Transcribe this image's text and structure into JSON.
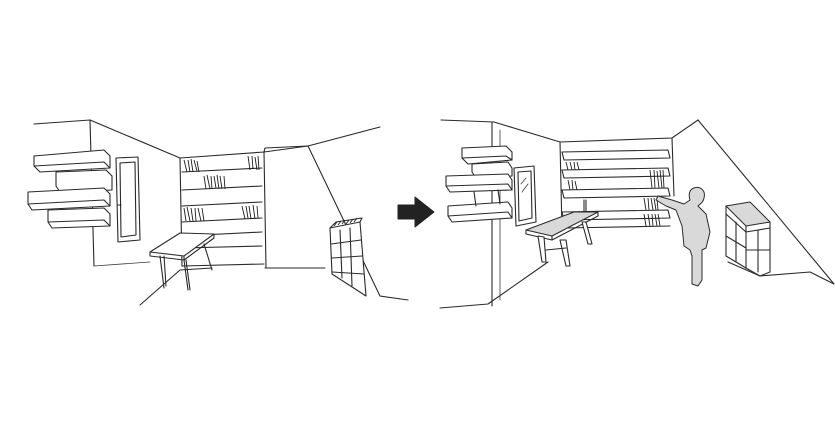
{
  "sketches": [
    {
      "id": "before",
      "panel": "left",
      "content": "room-with-shelves-and-small-desk"
    },
    {
      "id": "after",
      "panel": "right",
      "content": "room-with-shelves-long-table-and-person"
    }
  ],
  "connector": {
    "icon": "right-arrow-icon",
    "color": "#222222"
  },
  "colors": {
    "ink": "#2a2a2a",
    "background": "#ffffff",
    "shade": "#d9d9d9"
  }
}
